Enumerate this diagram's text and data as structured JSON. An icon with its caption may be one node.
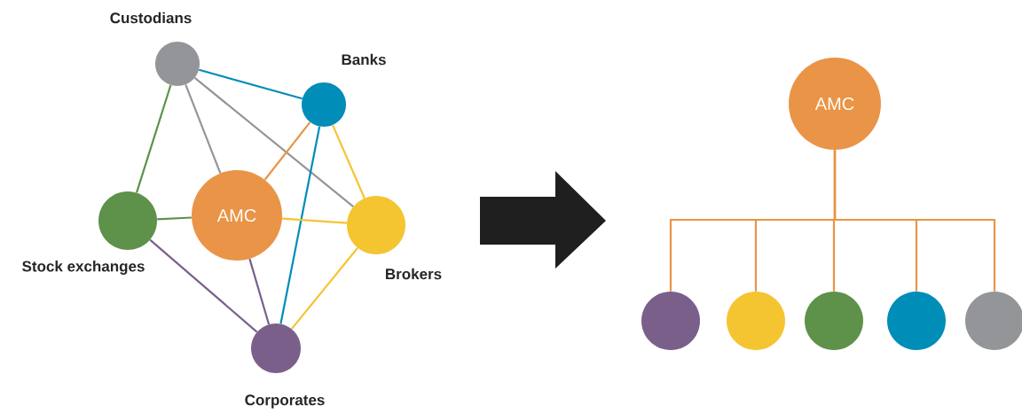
{
  "diagram": {
    "nodes": [
      {
        "text": [
          "Custodians"
        ]
      },
      {
        "text": [
          "Banks"
        ]
      },
      {
        "text": [
          "AMC"
        ]
      },
      {
        "text": [
          "Stock exchanges"
        ]
      },
      {
        "text": [
          "Brokers"
        ]
      },
      {
        "text": [
          "Corporates"
        ]
      },
      {
        "text": [
          "AMC"
        ]
      },
      {
        "text": [],
        "shape": "circle"
      },
      {
        "text": [],
        "shape": "circle"
      },
      {
        "text": [],
        "shape": "circle"
      },
      {
        "text": [],
        "shape": "circle"
      },
      {
        "text": [],
        "shape": "circle"
      }
    ],
    "edges": [
      {
        "from": 0,
        "to": 1,
        "arrow": "none",
        "color": "#008db8"
      },
      {
        "from": 0,
        "to": 3,
        "arrow": "none",
        "color": "#5e9149"
      },
      {
        "from": 0,
        "to": 2,
        "arrow": "none",
        "color": "#939598"
      },
      {
        "from": 0,
        "to": 4,
        "arrow": "none",
        "color": "#939598"
      },
      {
        "from": 1,
        "to": 2,
        "arrow": "none"
      },
      {
        "from": 1,
        "to": 4,
        "arrow": "none",
        "color": "#f5c431"
      },
      {
        "from": 1,
        "to": 5,
        "arrow": "none",
        "color": "#008db8"
      },
      {
        "from": 3,
        "to": 2,
        "arrow": "none",
        "color": "#5e9149"
      },
      {
        "from": 3,
        "to": 5,
        "arrow": "none",
        "color": "#7a5f8b"
      },
      {
        "from": 2,
        "to": 4,
        "arrow": "none",
        "color": "#f5c431"
      },
      {
        "from": 2,
        "to": 5,
        "arrow": "none",
        "color": "#7a5f8b"
      },
      {
        "from": 4,
        "to": 5,
        "arrow": "none",
        "color": "#f5c431"
      },
      {
        "from": 6,
        "to": 7,
        "arrow": "none"
      },
      {
        "from": 6,
        "to": 8,
        "arrow": "none"
      },
      {
        "from": 6,
        "to": 9,
        "arrow": "none"
      },
      {
        "from": 6,
        "to": 10,
        "arrow": "none"
      },
      {
        "from": 6,
        "to": 11,
        "arrow": "none"
      }
    ]
  }
}
